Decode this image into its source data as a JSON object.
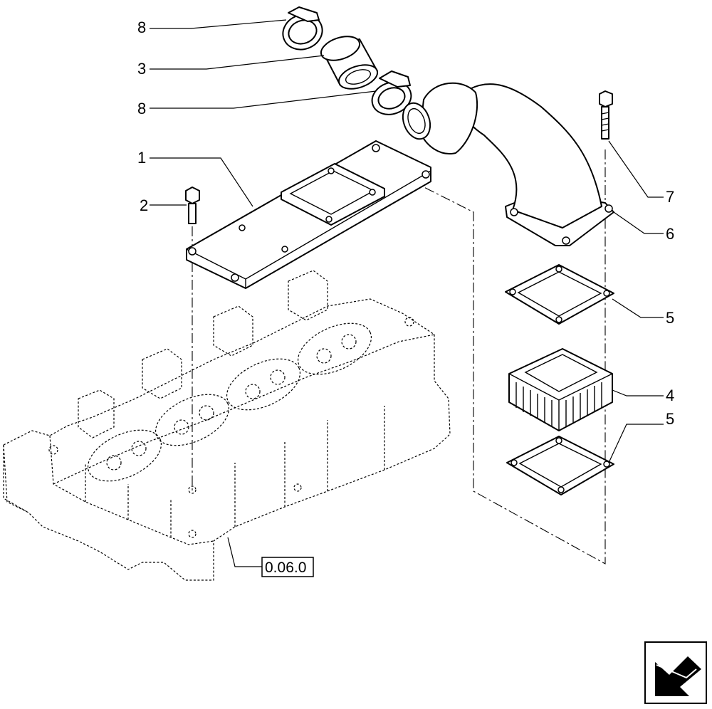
{
  "callouts": [
    {
      "id": "c8a",
      "label": "8"
    },
    {
      "id": "c3",
      "label": "3"
    },
    {
      "id": "c8b",
      "label": "8"
    },
    {
      "id": "c1",
      "label": "1"
    },
    {
      "id": "c2",
      "label": "2"
    },
    {
      "id": "c7",
      "label": "7"
    },
    {
      "id": "c6",
      "label": "6"
    },
    {
      "id": "c5a",
      "label": "5"
    },
    {
      "id": "c4",
      "label": "4"
    },
    {
      "id": "c5b",
      "label": "5"
    }
  ],
  "reference": {
    "label": "0.06.0"
  },
  "nav_icon": "return-arrow-icon"
}
